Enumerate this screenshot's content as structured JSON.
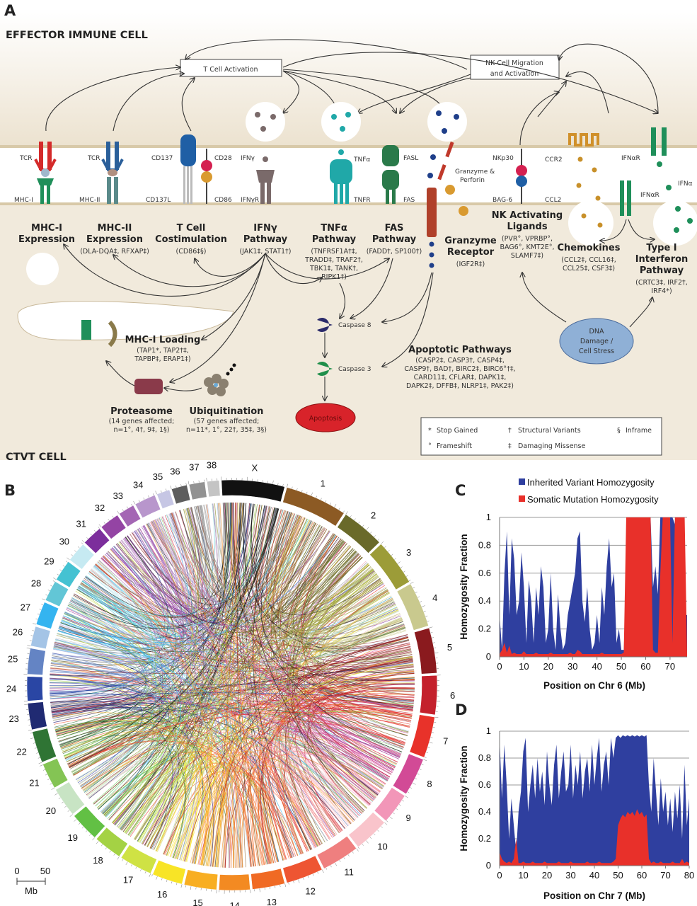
{
  "panel_a": {
    "label": "A",
    "effector_title": "EFFECTOR IMMUNE CELL",
    "ctvt_title": "CTVT CELL",
    "t_cell_activation": "T Cell Activation",
    "nk_cell_migration": [
      "NK Cell Migration",
      "and Activation"
    ],
    "receptors": {
      "tcr1": "TCR",
      "mhc1": "MHC-I",
      "tcr2": "TCR",
      "mhc2": "MHC-II",
      "cd137": "CD137",
      "cd137l": "CD137L",
      "cd28": "CD28",
      "cd86": "CD86",
      "ifng": "IFNγ",
      "ifngr": "IFNγR",
      "tnfa": "TNFα",
      "tnfr": "TNFR",
      "fasl": "FASL",
      "fas": "FAS",
      "granzyme": [
        "Granzyme &",
        "Perforin"
      ],
      "nkp30": "NKp30",
      "bag6": "BAG-6",
      "ccr2": "CCR2",
      "ccl2": "CCL2",
      "ifnar1": "IFNαR",
      "ifnar2": "IFNαR",
      "ifna": "IFNα"
    },
    "pathways": [
      {
        "title": [
          "MHC-I",
          "Expression"
        ],
        "genes": []
      },
      {
        "title": [
          "MHC-II",
          "Expression"
        ],
        "genes": [
          "(DLA-DQA‡, RFXAP‡)"
        ]
      },
      {
        "title": [
          "T Cell",
          "Costimulation"
        ],
        "genes": [
          "(CD86‡§)"
        ]
      },
      {
        "title": [
          "IFNγ",
          "Pathway"
        ],
        "genes": [
          "(JAK1‡,  STAT1†)"
        ]
      },
      {
        "title": [
          "TNFα",
          "Pathway"
        ],
        "genes": [
          "(TNFRSF1A†‡,",
          "TRADD‡, TRAF2†,",
          "TBK1‡, TANK†,",
          "RIPK1†)"
        ]
      },
      {
        "title": [
          "FAS",
          "Pathway"
        ],
        "genes": [
          "(FADD†, SP100†)"
        ]
      },
      {
        "title": [
          "Granzyme",
          "Receptor"
        ],
        "genes": [
          "(IGF2R‡)"
        ]
      },
      {
        "title": [
          "NK Activating",
          "Ligands"
        ],
        "genes": [
          "(PVR°, VPRBP°,",
          "BAG6°, KMT2E°,",
          "SLAMF7‡)"
        ]
      },
      {
        "title": [
          "Chemokines"
        ],
        "genes": [
          "(CCL2‡, CCL16‡,",
          "CCL25‡, CSF3‡)"
        ]
      },
      {
        "title": [
          "Type I",
          "Interferon",
          "Pathway"
        ],
        "genes": [
          "(CRTC3‡, IRF2†,",
          "IRF4*)"
        ]
      }
    ],
    "mhc_loading": {
      "title": "MHC-I Loading",
      "genes": [
        "(TAP1*, TAP2†‡,",
        "TAPBP‡, ERAP1‡)"
      ]
    },
    "proteasome": {
      "title": "Proteasome",
      "genes": [
        "(14 genes affected;",
        "n=1°, 4†, 9‡, 1§)"
      ]
    },
    "ubiquitination": {
      "title": "Ubiquitination",
      "genes": [
        "(57 genes affected;",
        "n=11*, 1°, 22†, 35‡, 3§)"
      ]
    },
    "caspase8": "Caspase 8",
    "caspase3": "Caspase 3",
    "apoptosis": "Apoptosis",
    "apoptotic_pathways": {
      "title": "Apoptotic Pathways",
      "genes": [
        "(CASP2‡, CASP3†, CASP4‡,",
        "CASP9†, BAD†, BIRC2‡, BIRC6°†‡,",
        "CARD11‡, CFLAR‡, DAPK1‡,",
        "DAPK2‡, DFFB‡, NLRP1‡, PAK2‡)"
      ]
    },
    "dna_damage": [
      "DNA",
      "Damage /",
      "Cell Stress"
    ],
    "legend": [
      {
        "symbol": "*",
        "label": "Stop Gained"
      },
      {
        "symbol": "†",
        "label": "Structural Variants"
      },
      {
        "symbol": "§",
        "label": "Inframe"
      },
      {
        "symbol": "°",
        "label": "Frameshift"
      },
      {
        "symbol": "‡",
        "label": "Damaging Missense"
      }
    ],
    "colors": {
      "cell_bg": "#efe7d7",
      "membrane": "#ffffff",
      "apoptosis": "#d8232a",
      "dna_damage": "#8fb0d6"
    }
  },
  "panel_b": {
    "label": "B",
    "scale_bar": {
      "start": "0",
      "end": "50",
      "unit": "Mb"
    },
    "chromosomes": [
      {
        "name": "X",
        "length_mb": 124,
        "color": "#111111"
      },
      {
        "name": "1",
        "length_mb": 122,
        "color": "#8c5a24"
      },
      {
        "name": "2",
        "length_mb": 85,
        "color": "#6a6a2a"
      },
      {
        "name": "3",
        "length_mb": 92,
        "color": "#9c9c38"
      },
      {
        "name": "4",
        "length_mb": 89,
        "color": "#c9c98e"
      },
      {
        "name": "5",
        "length_mb": 89,
        "color": "#8a1a1e"
      },
      {
        "name": "6",
        "length_mb": 77,
        "color": "#c4202c"
      },
      {
        "name": "7",
        "length_mb": 81,
        "color": "#e8322a"
      },
      {
        "name": "8",
        "length_mb": 75,
        "color": "#d24a96"
      },
      {
        "name": "9",
        "length_mb": 61,
        "color": "#f296b8"
      },
      {
        "name": "10",
        "length_mb": 70,
        "color": "#f9c4cb"
      },
      {
        "name": "11",
        "length_mb": 74,
        "color": "#ef7f7f"
      },
      {
        "name": "12",
        "length_mb": 73,
        "color": "#ee5532"
      },
      {
        "name": "13",
        "length_mb": 64,
        "color": "#f06a24"
      },
      {
        "name": "14",
        "length_mb": 61,
        "color": "#f38a22"
      },
      {
        "name": "15",
        "length_mb": 64,
        "color": "#f8ae22"
      },
      {
        "name": "16",
        "length_mb": 60,
        "color": "#f8e426"
      },
      {
        "name": "17",
        "length_mb": 65,
        "color": "#cfe244"
      },
      {
        "name": "18",
        "length_mb": 56,
        "color": "#a4d244"
      },
      {
        "name": "19",
        "length_mb": 58,
        "color": "#62c044"
      },
      {
        "name": "20",
        "length_mb": 58,
        "color": "#c8e4c4"
      },
      {
        "name": "21",
        "length_mb": 51,
        "color": "#84c454"
      },
      {
        "name": "22",
        "length_mb": 62,
        "color": "#2f7434"
      },
      {
        "name": "23",
        "length_mb": 52,
        "color": "#202a72"
      },
      {
        "name": "24",
        "length_mb": 48,
        "color": "#2a46a4"
      },
      {
        "name": "25",
        "length_mb": 51,
        "color": "#6484c4"
      },
      {
        "name": "26",
        "length_mb": 39,
        "color": "#a4c4e6"
      },
      {
        "name": "27",
        "length_mb": 46,
        "color": "#34b4f0"
      },
      {
        "name": "28",
        "length_mb": 41,
        "color": "#62c6d6"
      },
      {
        "name": "29",
        "length_mb": 42,
        "color": "#44c2d2"
      },
      {
        "name": "30",
        "length_mb": 40,
        "color": "#c6eaf2"
      },
      {
        "name": "31",
        "length_mb": 40,
        "color": "#7c2e9c"
      },
      {
        "name": "32",
        "length_mb": 39,
        "color": "#9444a4"
      },
      {
        "name": "33",
        "length_mb": 32,
        "color": "#a466b4"
      },
      {
        "name": "34",
        "length_mb": 42,
        "color": "#b896cc"
      },
      {
        "name": "35",
        "length_mb": 26,
        "color": "#c6c6e4"
      },
      {
        "name": "36",
        "length_mb": 31,
        "color": "#5e5e5e"
      },
      {
        "name": "37",
        "length_mb": 31,
        "color": "#929292"
      },
      {
        "name": "38",
        "length_mb": 24,
        "color": "#c4c4c4"
      }
    ]
  },
  "chart_data": [
    {
      "panel": "C",
      "type": "area",
      "xlabel": "Position on Chr 6 (Mb)",
      "ylabel": "Homozygosity Fraction",
      "xlim": [
        0,
        77
      ],
      "ylim": [
        0,
        1
      ],
      "xticks": [
        0,
        10,
        20,
        30,
        40,
        50,
        60,
        70
      ],
      "yticks": [
        0,
        0.2,
        0.4,
        0.6,
        0.8,
        1
      ],
      "grid": "horizontal",
      "legend": "top",
      "x_step_mb": 1,
      "series": [
        {
          "name": "Inherited Variant Homozygosity",
          "color": "#2f3f9f",
          "values": [
            0.3,
            0.05,
            0.6,
            0.9,
            0.3,
            0.85,
            0.7,
            0.3,
            0.4,
            0.75,
            0.5,
            0.1,
            0.55,
            0.4,
            0.1,
            0.5,
            0.3,
            0.65,
            0.5,
            0.1,
            0.2,
            0.6,
            0.2,
            0.05,
            0.45,
            0.2,
            0.05,
            0.1,
            0.3,
            0.4,
            0.5,
            0.6,
            0.85,
            0.9,
            0.4,
            0.25,
            0.5,
            0.2,
            0.05,
            0.1,
            0.3,
            0.1,
            0.5,
            0.3,
            0.65,
            0.85,
            0.5,
            0.6,
            0.1,
            0.2,
            0.05,
            0.05,
            0.5,
            1,
            1,
            1,
            1,
            1,
            1,
            1,
            1,
            1,
            1,
            0.5,
            0.65,
            0.45,
            1,
            1,
            0.6,
            0.9,
            1,
            1,
            0.95,
            0.9,
            1,
            0.4,
            0.3,
            0.3
          ]
        },
        {
          "name": "Somatic Mutation Homozygosity",
          "color": "#e8302a",
          "values": [
            0.02,
            0.05,
            0.1,
            0.03,
            0.08,
            0.02,
            0.03,
            0.02,
            0.02,
            0.02,
            0.04,
            0.02,
            0.02,
            0.02,
            0.02,
            0.03,
            0.02,
            0.02,
            0.02,
            0.02,
            0.02,
            0.03,
            0.02,
            0.02,
            0.02,
            0.02,
            0.02,
            0.02,
            0.02,
            0.03,
            0.02,
            0.02,
            0.05,
            0.04,
            0.02,
            0.02,
            0.02,
            0.02,
            0.02,
            0.02,
            0.02,
            0.02,
            0.03,
            0.02,
            0.02,
            0.02,
            0.02,
            0.02,
            0.02,
            0.02,
            0.02,
            0.03,
            1,
            1,
            1,
            1,
            1,
            1,
            1,
            1,
            1,
            1,
            1,
            0.05,
            0.03,
            0.03,
            0.6,
            1,
            1,
            1,
            1,
            0.1,
            1,
            1,
            1,
            1,
            1,
            0.02
          ]
        }
      ]
    },
    {
      "panel": "D",
      "type": "area",
      "xlabel": "Position on Chr 7 (Mb)",
      "ylabel": "Homozygosity Fraction",
      "xlim": [
        0,
        80
      ],
      "ylim": [
        0,
        1
      ],
      "xticks": [
        0,
        10,
        20,
        30,
        40,
        50,
        60,
        70,
        80
      ],
      "yticks": [
        0,
        0.2,
        0.4,
        0.6,
        0.8,
        1
      ],
      "grid": "horizontal",
      "x_step_mb": 1,
      "series": [
        {
          "name": "Inherited Variant Homozygosity",
          "color": "#2f3f9f",
          "values": [
            0.95,
            0.5,
            0.9,
            0.6,
            0.2,
            0.5,
            0.3,
            0.1,
            0.4,
            0.55,
            0.85,
            0.95,
            0.4,
            0.6,
            0.75,
            0.5,
            0.8,
            0.55,
            0.7,
            0.45,
            0.85,
            0.6,
            0.45,
            0.75,
            0.9,
            0.5,
            0.7,
            0.85,
            0.55,
            0.6,
            0.9,
            0.5,
            0.75,
            0.6,
            0.85,
            0.5,
            0.7,
            0.8,
            0.55,
            0.9,
            0.6,
            0.8,
            0.95,
            0.55,
            0.75,
            0.85,
            0.6,
            0.95,
            0.8,
            0.95,
            0.97,
            0.95,
            0.97,
            0.96,
            0.97,
            0.96,
            0.97,
            0.96,
            0.97,
            0.96,
            0.97,
            0.96,
            0.97,
            0.6,
            0.4,
            0.8,
            0.55,
            0.3,
            0.65,
            0.4,
            0.55,
            0.3,
            0.5,
            0.25,
            0.55,
            0.35,
            0.6,
            0.2,
            0.75,
            0.3,
            0.5
          ]
        },
        {
          "name": "Somatic Mutation Homozygosity",
          "color": "#e8302a",
          "values": [
            0.1,
            0.05,
            0.03,
            0.02,
            0.03,
            0.02,
            0.05,
            0.2,
            0.02,
            0.02,
            0.03,
            0.02,
            0.02,
            0.02,
            0.03,
            0.02,
            0.02,
            0.02,
            0.02,
            0.03,
            0.02,
            0.02,
            0.02,
            0.02,
            0.02,
            0.03,
            0.02,
            0.02,
            0.02,
            0.02,
            0.03,
            0.02,
            0.02,
            0.02,
            0.02,
            0.02,
            0.02,
            0.03,
            0.02,
            0.02,
            0.02,
            0.02,
            0.03,
            0.02,
            0.02,
            0.02,
            0.02,
            0.02,
            0.03,
            0.05,
            0.3,
            0.35,
            0.38,
            0.36,
            0.4,
            0.38,
            0.4,
            0.37,
            0.42,
            0.38,
            0.4,
            0.36,
            0.38,
            0.05,
            0.02,
            0.03,
            0.02,
            0.02,
            0.03,
            0.02,
            0.02,
            0.02,
            0.02,
            0.03,
            0.02,
            0.02,
            0.02,
            0.05,
            0.02,
            0.03,
            0.02
          ]
        }
      ]
    }
  ]
}
